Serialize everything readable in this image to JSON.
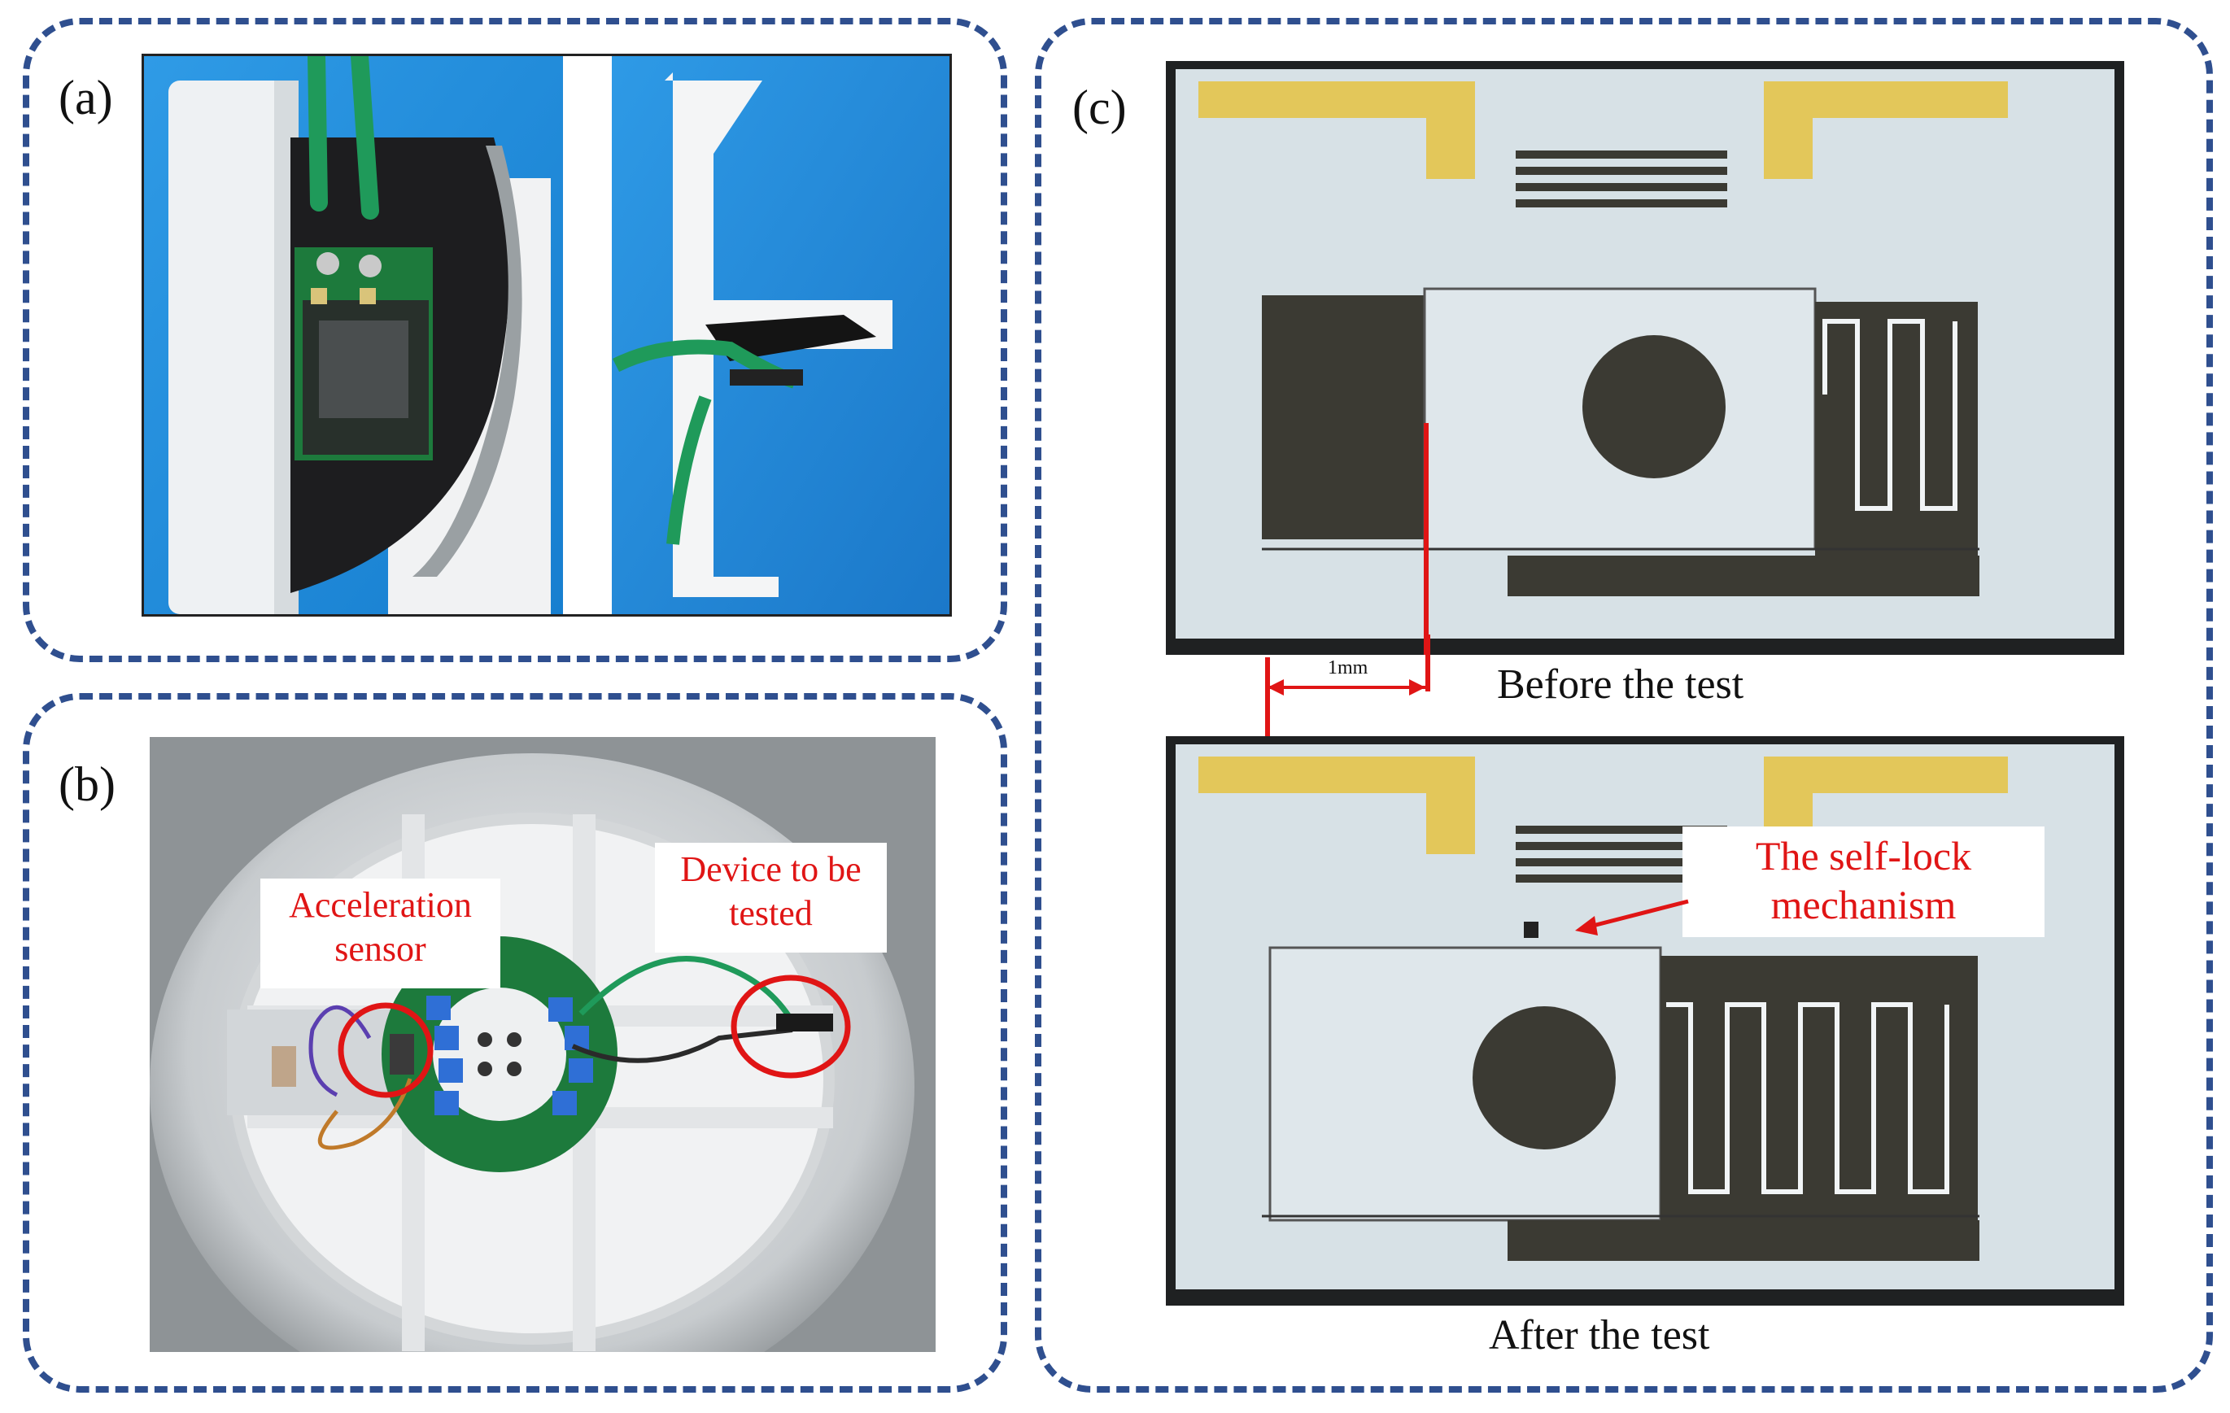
{
  "panels": {
    "a": {
      "label": "(a)"
    },
    "b": {
      "label": "(b)",
      "callout_sensor": {
        "line1": "Acceleration",
        "line2": "sensor"
      },
      "callout_device": {
        "line1": "Device to be",
        "line2": "tested"
      }
    },
    "c": {
      "label": "(c)",
      "caption_before": "Before the test",
      "caption_after": "After the test",
      "scale_label": "1mm",
      "callout_lock": {
        "line1": "The self-lock",
        "line2": "mechanism"
      }
    }
  },
  "colors": {
    "frame_dash": "#2f4f8f",
    "annotation_red": "#e01515",
    "background_blue": "#1f8fe0",
    "pcb_green": "#1d7a3c",
    "chip_grey": "#c9d2d6",
    "gold_pad": "#e3c75a",
    "dark_etch": "#3b3a33"
  }
}
